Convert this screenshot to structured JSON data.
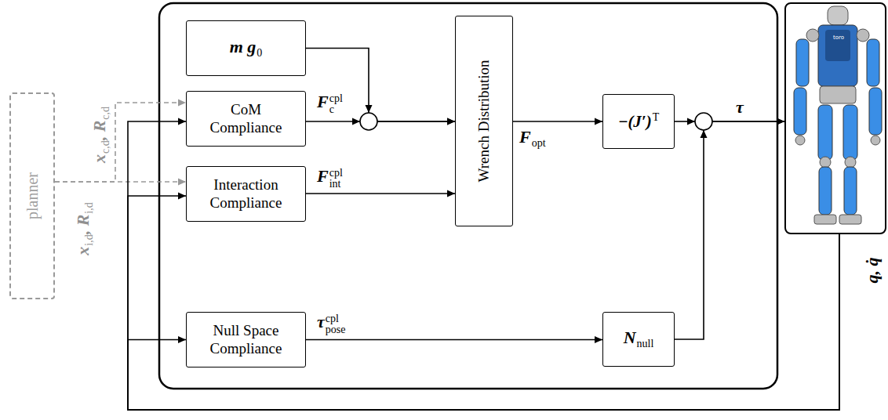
{
  "diagram": {
    "nodes": [
      {
        "text": [
          "planner"
        ]
      },
      {
        "text": [
          "m g",
          "0"
        ]
      },
      {
        "text": [
          "CoM Compliance"
        ]
      },
      {
        "text": [
          "Interaction Compliance"
        ]
      },
      {
        "text": [
          "Wrench Distribution"
        ]
      },
      {
        "text": [
          "−(J′)",
          "T"
        ]
      },
      {
        "text": [
          "Null Space Compliance"
        ]
      },
      {
        "text": [
          "N",
          "null"
        ]
      },
      {
        "text": [
          "toro"
        ]
      }
    ],
    "edges": [
      {
        "from": 0,
        "to": 2,
        "arrow": "to"
      },
      {
        "from": 0,
        "to": 3,
        "arrow": "to"
      },
      {
        "from": 1,
        "to": 4,
        "arrow": "to"
      },
      {
        "from": 2,
        "to": 4,
        "arrow": "to"
      },
      {
        "from": 3,
        "to": 4,
        "arrow": "to"
      },
      {
        "from": 4,
        "to": 5,
        "arrow": "to"
      },
      {
        "from": 5,
        "to": 8,
        "arrow": "to"
      },
      {
        "from": 7,
        "to": 8,
        "arrow": "to"
      },
      {
        "from": 6,
        "to": 7,
        "arrow": "to"
      },
      {
        "from": 8,
        "to": 2,
        "arrow": "to"
      },
      {
        "from": 8,
        "to": 3,
        "arrow": "to"
      },
      {
        "from": 8,
        "to": 6,
        "arrow": "to"
      }
    ],
    "labels": [
      "x",
      "i,d",
      ", R",
      "i,d",
      "x",
      "c,d",
      ", R",
      "c,d",
      "F",
      "c",
      "cpl",
      "F",
      "int",
      "cpl",
      "F",
      "opt",
      "τ",
      "pose",
      "cpl",
      "τ",
      "q, q̇"
    ]
  }
}
